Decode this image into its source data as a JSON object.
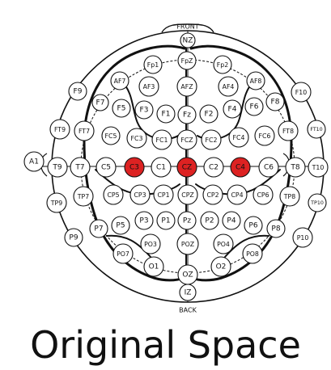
{
  "labels": {
    "front": "FRONT",
    "back": "BACK",
    "caption": "Original Space"
  },
  "colors": {
    "highlight": "#dd2222",
    "electrode_fill": "#ffffff",
    "stroke": "#111111"
  },
  "electrodes": [
    {
      "id": "NZ"
    },
    {
      "id": "Fp1"
    },
    {
      "id": "FpZ"
    },
    {
      "id": "Fp2"
    },
    {
      "id": "AF7"
    },
    {
      "id": "AF3"
    },
    {
      "id": "AFZ"
    },
    {
      "id": "AF4"
    },
    {
      "id": "AF8"
    },
    {
      "id": "F9"
    },
    {
      "id": "F7"
    },
    {
      "id": "F5"
    },
    {
      "id": "F3"
    },
    {
      "id": "F1"
    },
    {
      "id": "Fz"
    },
    {
      "id": "F2"
    },
    {
      "id": "F4"
    },
    {
      "id": "F6"
    },
    {
      "id": "F8"
    },
    {
      "id": "F10"
    },
    {
      "id": "FT9"
    },
    {
      "id": "FT7"
    },
    {
      "id": "FC5"
    },
    {
      "id": "FC3"
    },
    {
      "id": "FC1"
    },
    {
      "id": "FCZ"
    },
    {
      "id": "FC2"
    },
    {
      "id": "FC4"
    },
    {
      "id": "FC6"
    },
    {
      "id": "FT8"
    },
    {
      "id": "FT10"
    },
    {
      "id": "A1"
    },
    {
      "id": "T9"
    },
    {
      "id": "T7"
    },
    {
      "id": "C5"
    },
    {
      "id": "C3",
      "highlighted": true
    },
    {
      "id": "C1"
    },
    {
      "id": "CZ",
      "highlighted": true
    },
    {
      "id": "C2"
    },
    {
      "id": "C4",
      "highlighted": true
    },
    {
      "id": "C6"
    },
    {
      "id": "T8"
    },
    {
      "id": "T10"
    },
    {
      "id": "TP9"
    },
    {
      "id": "TP7"
    },
    {
      "id": "CP5"
    },
    {
      "id": "CP3"
    },
    {
      "id": "CP1"
    },
    {
      "id": "CPZ"
    },
    {
      "id": "CP2"
    },
    {
      "id": "CP4"
    },
    {
      "id": "CP6"
    },
    {
      "id": "TP8"
    },
    {
      "id": "TP10"
    },
    {
      "id": "P9"
    },
    {
      "id": "P7"
    },
    {
      "id": "P5"
    },
    {
      "id": "P3"
    },
    {
      "id": "P1"
    },
    {
      "id": "Pz"
    },
    {
      "id": "P2"
    },
    {
      "id": "P4"
    },
    {
      "id": "P6"
    },
    {
      "id": "P8"
    },
    {
      "id": "P10"
    },
    {
      "id": "PO7"
    },
    {
      "id": "PO3"
    },
    {
      "id": "POZ"
    },
    {
      "id": "PO4"
    },
    {
      "id": "PO8"
    },
    {
      "id": "O1"
    },
    {
      "id": "OZ"
    },
    {
      "id": "O2"
    },
    {
      "id": "IZ"
    }
  ]
}
